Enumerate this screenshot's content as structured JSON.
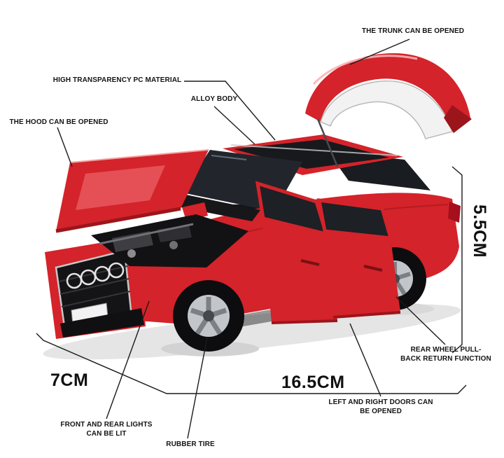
{
  "colors": {
    "car_red": "#d4232a",
    "car_red_dark": "#9c151b",
    "car_red_light": "#ea5257",
    "line": "#1b1b1b",
    "text": "#141414"
  },
  "annotations": {
    "trunk": "THE TRUNK CAN BE OPENED",
    "pc_material": "HIGH TRANSPARENCY PC MATERIAL",
    "alloy_body": "ALLOY BODY",
    "hood": "THE HOOD CAN BE OPENED",
    "rear_wheel": "REAR WHEEL PULL-BACK RETURN FUNCTION",
    "doors": "LEFT AND RIGHT DOORS CAN BE OPENED",
    "lights": "FRONT AND REAR LIGHTS CAN BE LIT",
    "tire": "RUBBER TIRE"
  },
  "dimensions": {
    "height": "5.5CM",
    "depth": "7CM",
    "length": "16.5CM"
  }
}
